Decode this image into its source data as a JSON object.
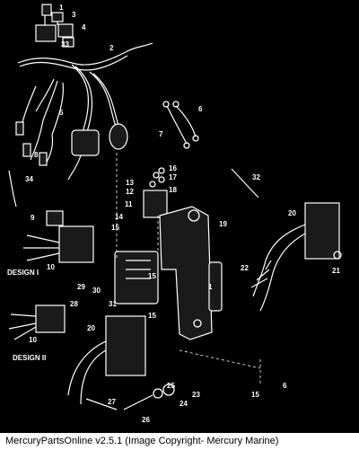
{
  "labels": {
    "l1a": "1",
    "l1b": "1",
    "l2": "2",
    "l3": "3",
    "l4": "4",
    "l5": "5",
    "l6a": "6",
    "l6b": "6",
    "l7": "7",
    "l8": "8",
    "l9": "9",
    "l10a": "10",
    "l10b": "10",
    "l11": "11",
    "l12": "12",
    "l13": "13",
    "l14": "14",
    "l15a": "15",
    "l15b": "15",
    "l15c": "15",
    "l15d": "15",
    "l16": "16",
    "l17": "17",
    "l18": "18",
    "l19": "19",
    "l20a": "20",
    "l20b": "20",
    "l21": "21",
    "l22": "22",
    "l23": "23",
    "l24": "24",
    "l25": "25",
    "l26": "26",
    "l27": "27",
    "l28": "28",
    "l29": "29",
    "l30": "30",
    "l31": "31",
    "l32": "32",
    "l33": "33",
    "l34": "34"
  },
  "design_labels": {
    "design1": "DESIGN I",
    "design2": "DESIGN II"
  },
  "footer": {
    "text": "MercuryPartsOnline v2.5.1 (Image Copyright- Mercury Marine)"
  },
  "colors": {
    "background": "#000000",
    "line": "#ffffff",
    "footer_bg": "#ffffff",
    "footer_text": "#000000"
  }
}
